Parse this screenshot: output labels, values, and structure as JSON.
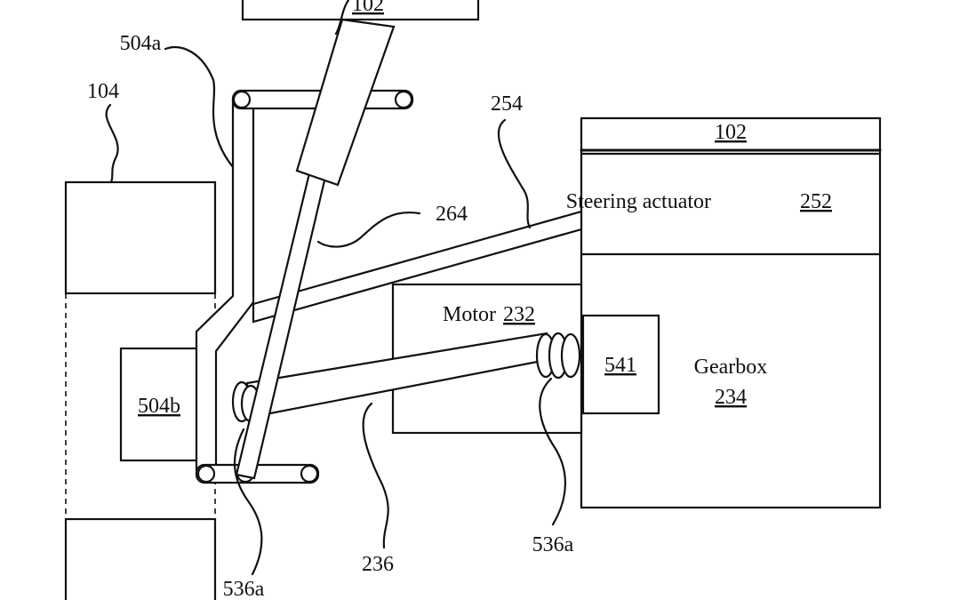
{
  "labels": {
    "top_box_102": "102",
    "ref_504a": "504a",
    "ref_104": "104",
    "ref_254": "254",
    "box_102_right": "102",
    "steering_actuator_text": "Steering actuator",
    "steering_actuator_num": "252",
    "ref_264": "264",
    "motor_text": "Motor",
    "motor_num": "232",
    "ref_541": "541",
    "gearbox_text": "Gearbox",
    "gearbox_num": "234",
    "ref_504b": "504b",
    "ref_236": "236",
    "ref_536a_right": "536a",
    "ref_536a_left": "536a"
  }
}
